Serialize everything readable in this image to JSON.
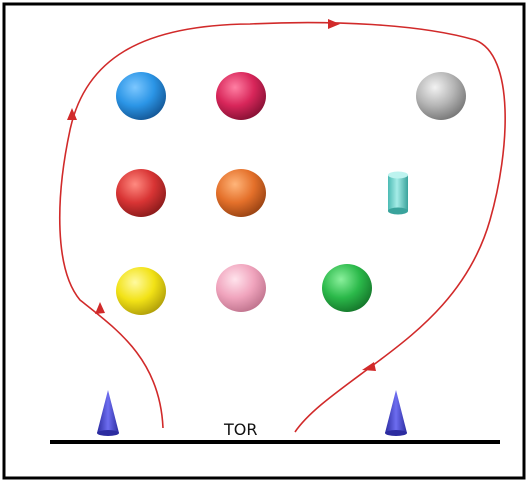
{
  "diagram": {
    "goal_line_label": "TOR",
    "colors": {
      "border": "#000000",
      "path": "#d12a2a",
      "goal_line": "#000000",
      "cone": "#4a4ad0",
      "ball_blue": "#2b95e6",
      "ball_crimson": "#d8265a",
      "ball_gray": "#b5b5b5",
      "ball_red": "#d83434",
      "ball_orange": "#e4702a",
      "cylinder": "#6fd2cc",
      "ball_yellow": "#f2e216",
      "ball_pink": "#f0a4bd",
      "ball_green": "#2bb94a"
    },
    "objects": [
      {
        "name": "ball-blue",
        "kind": "ball",
        "color": "#2b95e6"
      },
      {
        "name": "ball-crimson",
        "kind": "ball",
        "color": "#d8265a"
      },
      {
        "name": "ball-gray",
        "kind": "ball",
        "color": "#b5b5b5"
      },
      {
        "name": "ball-red",
        "kind": "ball",
        "color": "#d83434"
      },
      {
        "name": "ball-orange",
        "kind": "ball",
        "color": "#e4702a"
      },
      {
        "name": "cylinder-teal",
        "kind": "cylinder",
        "color": "#6fd2cc"
      },
      {
        "name": "ball-yellow",
        "kind": "ball",
        "color": "#f2e216"
      },
      {
        "name": "ball-pink",
        "kind": "ball",
        "color": "#f0a4bd"
      },
      {
        "name": "ball-green",
        "kind": "ball",
        "color": "#2bb94a"
      },
      {
        "name": "cone-left",
        "kind": "cone",
        "color": "#4a4ad0"
      },
      {
        "name": "cone-right",
        "kind": "cone",
        "color": "#4a4ad0"
      }
    ]
  }
}
